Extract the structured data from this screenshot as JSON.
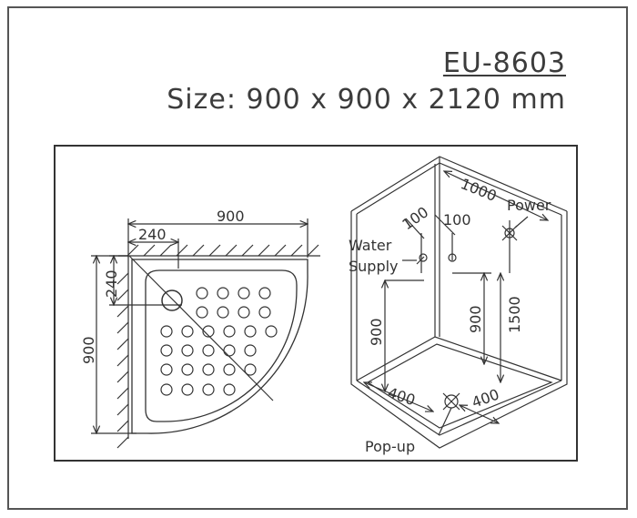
{
  "header": {
    "model": "EU-8603",
    "size": "Size: 900 x 900 x 2120 mm"
  },
  "plan_view": {
    "width_label": "900",
    "depth_label": "900",
    "corner_width_label": "240",
    "corner_depth_label": "240"
  },
  "iso_view": {
    "top_label": "1000",
    "offset_left_label": "100",
    "offset_right_label": "100",
    "power_label": "Power",
    "water_label_line1": "Water",
    "water_label_line2": "Supply",
    "height_left_label": "900",
    "height_mid_label": "900",
    "height_right_label": "1500",
    "floor_left_label": "400",
    "floor_right_label": "400",
    "popup_label": "Pop-up"
  },
  "colors": {
    "line": "#333333",
    "frame": "#555555"
  }
}
